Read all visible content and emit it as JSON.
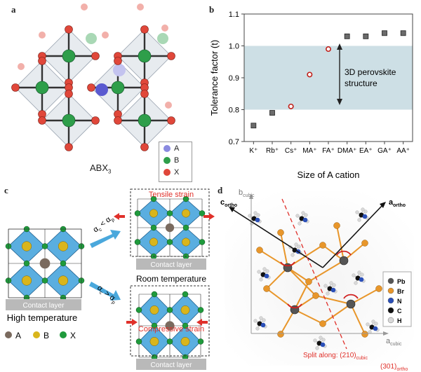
{
  "panels": {
    "a": {
      "label": "a",
      "formula": "ABX",
      "formula_sub": "3",
      "legend": [
        {
          "symbol": "A",
          "color": "#8a8ae0"
        },
        {
          "symbol": "B",
          "color": "#2e9e4a"
        },
        {
          "symbol": "X",
          "color": "#e0473a"
        }
      ]
    },
    "b": {
      "label": "b",
      "annotation_line1": "3D perovskite",
      "annotation_line2": "structure"
    },
    "c": {
      "label": "c",
      "tensile": "Tensile strain",
      "compressive": "Compressive strain",
      "contact": "Contact layer",
      "room_temp": "Room temperature",
      "high_temp": "High temperature",
      "ineq_top_a": "α",
      "ineq_top_sub_a": "c",
      "ineq_top_op": "<",
      "ineq_top_b": "α",
      "ineq_top_sub_b": "p",
      "ineq_bot_op": ">",
      "legend": [
        {
          "symbol": "A",
          "color": "#7a6a5e"
        },
        {
          "symbol": "B",
          "color": "#d9b51c"
        },
        {
          "symbol": "X",
          "color": "#1f9a3c"
        }
      ]
    },
    "d": {
      "label": "d",
      "b_axis": "b",
      "b_axis_sub": "cubic",
      "c_axis": "c",
      "c_axis_sub": "ortho",
      "a_ortho": "a",
      "a_ortho_sub": "ortho",
      "a_cubic": "a",
      "a_cubic_sub": "cubic",
      "split_text": "Split along: (210)",
      "split_sub": "cubic",
      "split2": "(301)",
      "split2_sub": "ortho",
      "legend": [
        {
          "symbol": "Pb",
          "color": "#555555"
        },
        {
          "symbol": "Br",
          "color": "#e8962a"
        },
        {
          "symbol": "N",
          "color": "#2a4fb8"
        },
        {
          "symbol": "C",
          "color": "#111111"
        },
        {
          "symbol": "H",
          "color": "#d8d8d8"
        }
      ]
    }
  },
  "chart_data": {
    "type": "scatter",
    "title": "",
    "xlabel": "Size of A cation",
    "ylabel": "Tolerance factor (t)",
    "categories": [
      "K⁺",
      "Rb⁺",
      "Cs⁺",
      "MA⁺",
      "FA⁺",
      "DMA⁺",
      "EA⁺",
      "GA⁺",
      "AA⁺"
    ],
    "values": [
      0.75,
      0.79,
      0.81,
      0.91,
      0.99,
      1.03,
      1.03,
      1.04,
      1.04
    ],
    "marker_style": [
      "filled-square",
      "filled-square",
      "open-circle",
      "open-circle",
      "open-circle",
      "filled-square",
      "filled-square",
      "filled-square",
      "filled-square"
    ],
    "ylim": [
      0.7,
      1.1
    ],
    "yticks": [
      "0.7",
      "0.8",
      "0.9",
      "1.0",
      "1.1"
    ],
    "shaded_band": [
      0.8,
      1.0
    ],
    "band_label": "3D perovskite structure",
    "grid": false
  }
}
